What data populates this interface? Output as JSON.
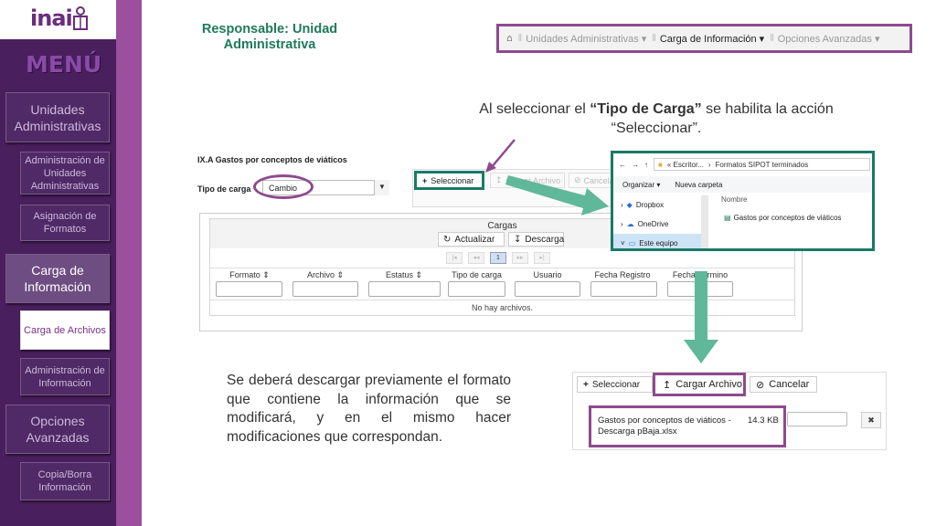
{
  "logo": {
    "text": "inai"
  },
  "sidebar": {
    "menu_title": "MENÚ",
    "items": [
      {
        "label": "Unidades Administrativas"
      },
      {
        "label": "Administración de Unidades Administrativas"
      },
      {
        "label": "Asignación de Formatos"
      },
      {
        "label": "Carga de Información"
      },
      {
        "label": "Carga de Archivos"
      },
      {
        "label": "Administración de Información"
      },
      {
        "label": "Opciones Avanzadas"
      },
      {
        "label": "Copia/Borra Información"
      }
    ]
  },
  "header": {
    "responsable": "Responsable: Unidad Administrativa",
    "nav": [
      {
        "label": "Unidades Administrativas ▾"
      },
      {
        "label": "Carga de Información ▾"
      },
      {
        "label": "Opciones Avanzadas ▾"
      }
    ]
  },
  "instructions": {
    "top_prefix": "Al seleccionar el ",
    "top_bold": "“Tipo de Carga”",
    "top_suffix": " se habilita la acción “Seleccionar”.",
    "bottom": "Se deberá descargar previamente el formato que contiene la información que se modificará, y en el mismo hacer modificaciones que correspondan."
  },
  "form": {
    "section_title": "IX.A Gastos por conceptos de viáticos",
    "tipo_label": "Tipo de carga",
    "tipo_value": "Cambio",
    "seleccionar": "Seleccionar",
    "cargar_archivo": "Cargar Archivo",
    "cancelar": "Cancelar"
  },
  "cargas": {
    "title": "Cargas",
    "actualizar": "Actualizar",
    "descarga": "Descarga",
    "pager": [
      "|◂",
      "◂◂",
      "1",
      "▸▸",
      "▸|"
    ],
    "columns": [
      "Formato",
      "Archivo",
      "Estatus",
      "Tipo de carga",
      "Usuario",
      "Fecha Registro",
      "Fecha Término"
    ],
    "empty": "No hay archivos."
  },
  "explorer": {
    "path_part1": "« Escritor...",
    "path_part2": "Formatos SIPOT terminados",
    "organizar": "Organizar ▾",
    "nueva_carpeta": "Nueva carpeta",
    "nav": [
      "Dropbox",
      "OneDrive",
      "Este equipo"
    ],
    "col_nombre": "Nombre",
    "file": "Gastos por conceptos de viáticos"
  },
  "bottom_panel": {
    "seleccionar": "Seleccionar",
    "cargar_archivo": "Cargar Archivo",
    "cancelar": "Cancelar",
    "file_name": "Gastos por conceptos de viáticos - Descarga pBaja.xlsx",
    "file_size": "14.3 KB",
    "close": "✖"
  },
  "colors": {
    "sidebar": "#4a1f5e",
    "sidebar_stripe": "#9b4f9d",
    "highlight_purple": "#8e4a8e",
    "highlight_green": "#1a7a66",
    "arrow_green": "#5fb89a"
  }
}
